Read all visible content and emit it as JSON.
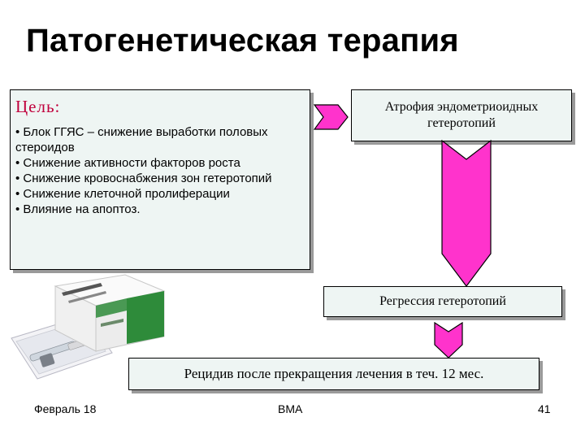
{
  "title": "Патогенетическая терапия",
  "goal": {
    "heading": "Цель:",
    "items": [
      "Блок ГГЯС – снижение выработки половых стероидов",
      "Снижение активности факторов роста",
      "Снижение кровоснабжения  зон гетеротопий",
      "Снижение   клеточной пролиферации",
      "Влияние на апоптоз."
    ]
  },
  "flow": {
    "atrophy": "Атрофия эндометриоидных гетеротопий",
    "regression": "Регрессия гетеротопий",
    "relapse": "Рецидив после прекращения лечения в теч. 12 мес."
  },
  "footer": {
    "date": "Февраль 18",
    "center": "ВМА",
    "page": "41"
  },
  "colors": {
    "accent_magenta": "#ff33cc",
    "box_fill": "#eef5f3",
    "heading_red": "#c0003c"
  }
}
